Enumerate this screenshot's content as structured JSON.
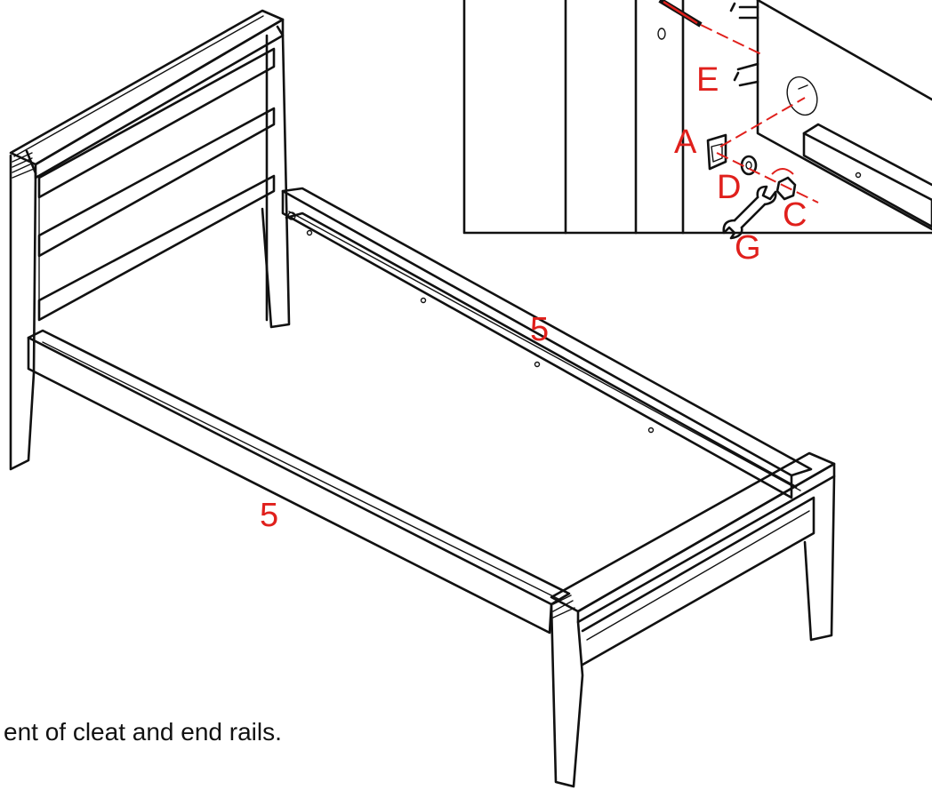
{
  "labels": {
    "part_e": "E",
    "part_a": "A",
    "part_d": "D",
    "part_c": "C",
    "part_g": "G",
    "rail_side_back": "5",
    "rail_side_front": "5"
  },
  "caption": "ent of cleat and end rails.",
  "colors": {
    "line": "#111111",
    "callout": "#e0201c",
    "background": "#ffffff"
  }
}
